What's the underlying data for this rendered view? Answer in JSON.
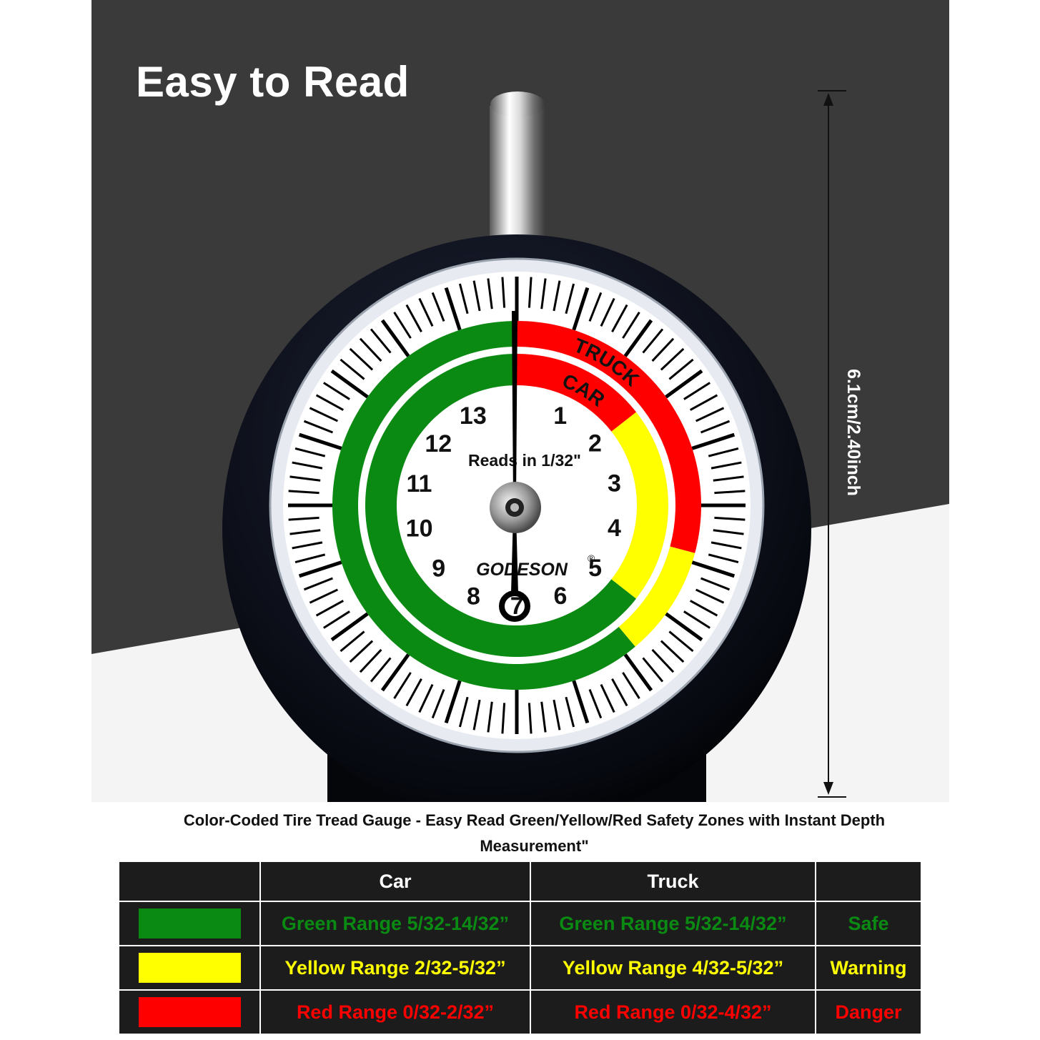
{
  "headline": "Easy to Read",
  "dimension_label": "6.1cm/2.40inch",
  "caption": "Color-Coded Tire Tread Gauge - Easy Read Green/Yellow/Red Safety Zones with Instant Depth Measurement\"",
  "gauge": {
    "brand": "GODESON",
    "trademark": "®",
    "reads_label": "Reads in 1/32\"",
    "truck_label": "TRUCK",
    "car_label": "CAR",
    "dial_numbers": [
      "1",
      "2",
      "3",
      "4",
      "5",
      "6",
      "7",
      "8",
      "9",
      "10",
      "11",
      "12",
      "13"
    ],
    "pointer_reading": 0
  },
  "colors": {
    "green": "#0a8a12",
    "yellow": "#ffff00",
    "red": "#ff0000",
    "dark_bg": "#3a3a3a",
    "table_bg": "#1c1c1c"
  },
  "table": {
    "headers": [
      "",
      "Car",
      "Truck",
      ""
    ],
    "rows": [
      {
        "swatch": "#0a8a12",
        "car": "Green Range 5/32-14/32”",
        "truck": "Green Range 5/32-14/32”",
        "status": "Safe",
        "text_color": "#0a8a12"
      },
      {
        "swatch": "#ffff00",
        "car": "Yellow Range 2/32-5/32”",
        "truck": "Yellow Range 4/32-5/32”",
        "status": "Warning",
        "text_color": "#ffff00"
      },
      {
        "swatch": "#ff0000",
        "car": "Red Range 0/32-2/32”",
        "truck": "Red Range 0/32-4/32”",
        "status": "Danger",
        "text_color": "#ff0000"
      }
    ]
  }
}
